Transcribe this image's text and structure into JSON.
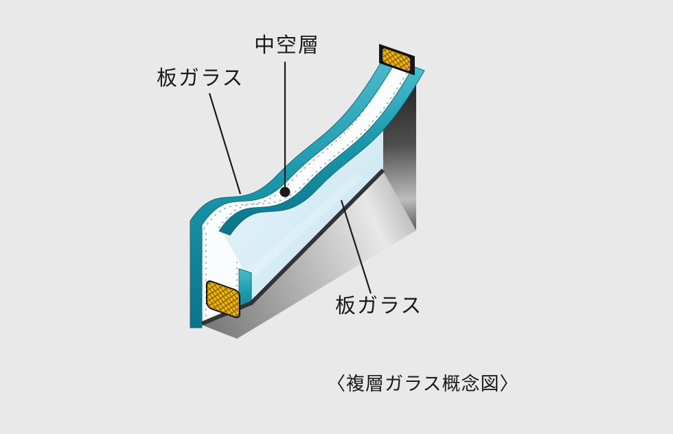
{
  "diagram": {
    "labels": {
      "air_layer": "中空層",
      "glass_upper": "板ガラス",
      "glass_lower": "板ガラス",
      "caption": "〈複層ガラス概念図〉"
    },
    "colors": {
      "background": "#e9e9e9",
      "glass_edge_teal": "#1590a6",
      "glass_face_blue": "#cfe9f4",
      "air_gap_white": "#fafdfe",
      "frame_dark": "#2b2b2b",
      "frame_gray": "#9a9a9a",
      "spacer_yellow": "#f2b705",
      "label_text": "#1a1a1a"
    }
  }
}
